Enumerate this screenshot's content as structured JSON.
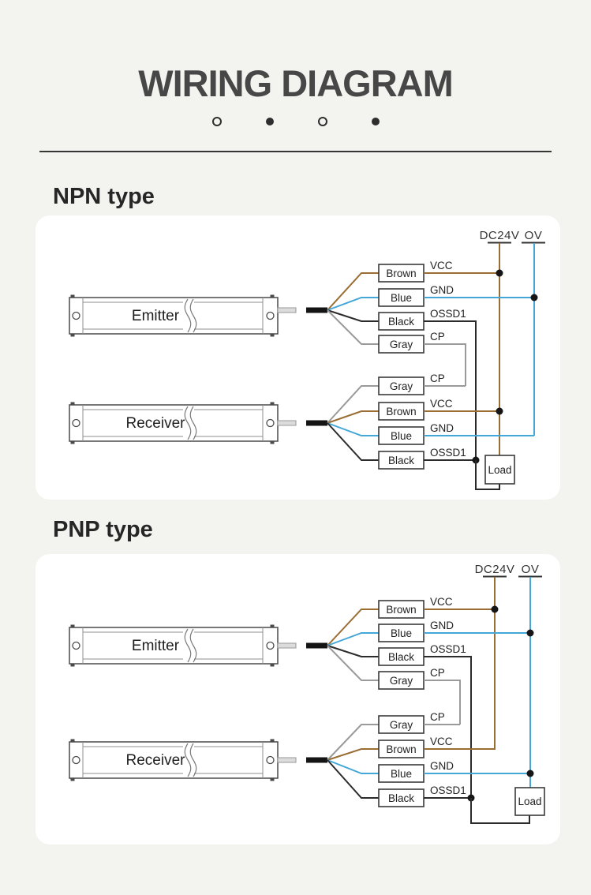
{
  "header": {
    "title": "WIRING DIAGRAM",
    "dots": [
      "hollow",
      "filled",
      "hollow",
      "filled"
    ]
  },
  "colors": {
    "brown": "#9a6d33",
    "blue": "#45a7d8",
    "black": "#2b2b2b",
    "gray": "#9a9a9a",
    "accent_text": "#474747"
  },
  "sections": [
    {
      "heading": "NPN type",
      "power_label": "DC24V",
      "ground_label": "OV",
      "emitter": {
        "label": "Emitter"
      },
      "receiver": {
        "label": "Receiver"
      },
      "emitter_wires": [
        {
          "box": "Brown",
          "signal": "VCC"
        },
        {
          "box": "Blue",
          "signal": "GND"
        },
        {
          "box": "Black",
          "signal": "OSSD1"
        },
        {
          "box": "Gray",
          "signal": "CP"
        }
      ],
      "receiver_wires": [
        {
          "box": "Gray",
          "signal": "CP"
        },
        {
          "box": "Brown",
          "signal": "VCC"
        },
        {
          "box": "Blue",
          "signal": "GND"
        },
        {
          "box": "Black",
          "signal": "OSSD1"
        }
      ],
      "load_label": "Load"
    },
    {
      "heading": "PNP type",
      "power_label": "DC24V",
      "ground_label": "OV",
      "emitter": {
        "label": "Emitter"
      },
      "receiver": {
        "label": "Receiver"
      },
      "emitter_wires": [
        {
          "box": "Brown",
          "signal": "VCC"
        },
        {
          "box": "Blue",
          "signal": "GND"
        },
        {
          "box": "Black",
          "signal": "OSSD1"
        },
        {
          "box": "Gray",
          "signal": "CP"
        }
      ],
      "receiver_wires": [
        {
          "box": "Gray",
          "signal": "CP"
        },
        {
          "box": "Brown",
          "signal": "VCC"
        },
        {
          "box": "Blue",
          "signal": "GND"
        },
        {
          "box": "Black",
          "signal": "OSSD1"
        }
      ],
      "load_label": "Load"
    }
  ]
}
